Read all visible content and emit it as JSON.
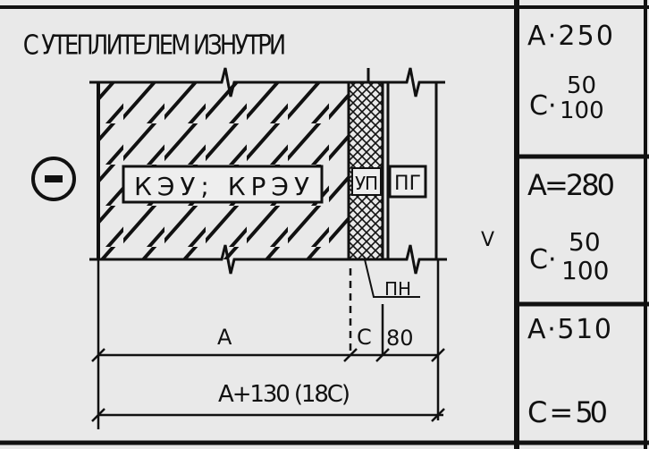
{
  "title": "С УТЕПЛИТЕЛЕМ ИЗНУТРИ",
  "circle_symbol": "—",
  "labels": {
    "wall_material": "КЭУ; КРЭУ",
    "insulation": "УП",
    "board": "ПГ",
    "membrane": "ПН",
    "dim_a": "А",
    "dim_c": "С",
    "dim_80": "80",
    "dim_total": "А+130 (18С)",
    "stray_mark": "V"
  },
  "variants": [
    {
      "a": "А·250",
      "c_prefix": "С·",
      "c_top": "50",
      "c_bottom": "100"
    },
    {
      "a": "А=280",
      "c_prefix": "С·",
      "c_top": "50",
      "c_bottom": "100"
    },
    {
      "a": "А·510",
      "c_value": "С = 50"
    }
  ]
}
